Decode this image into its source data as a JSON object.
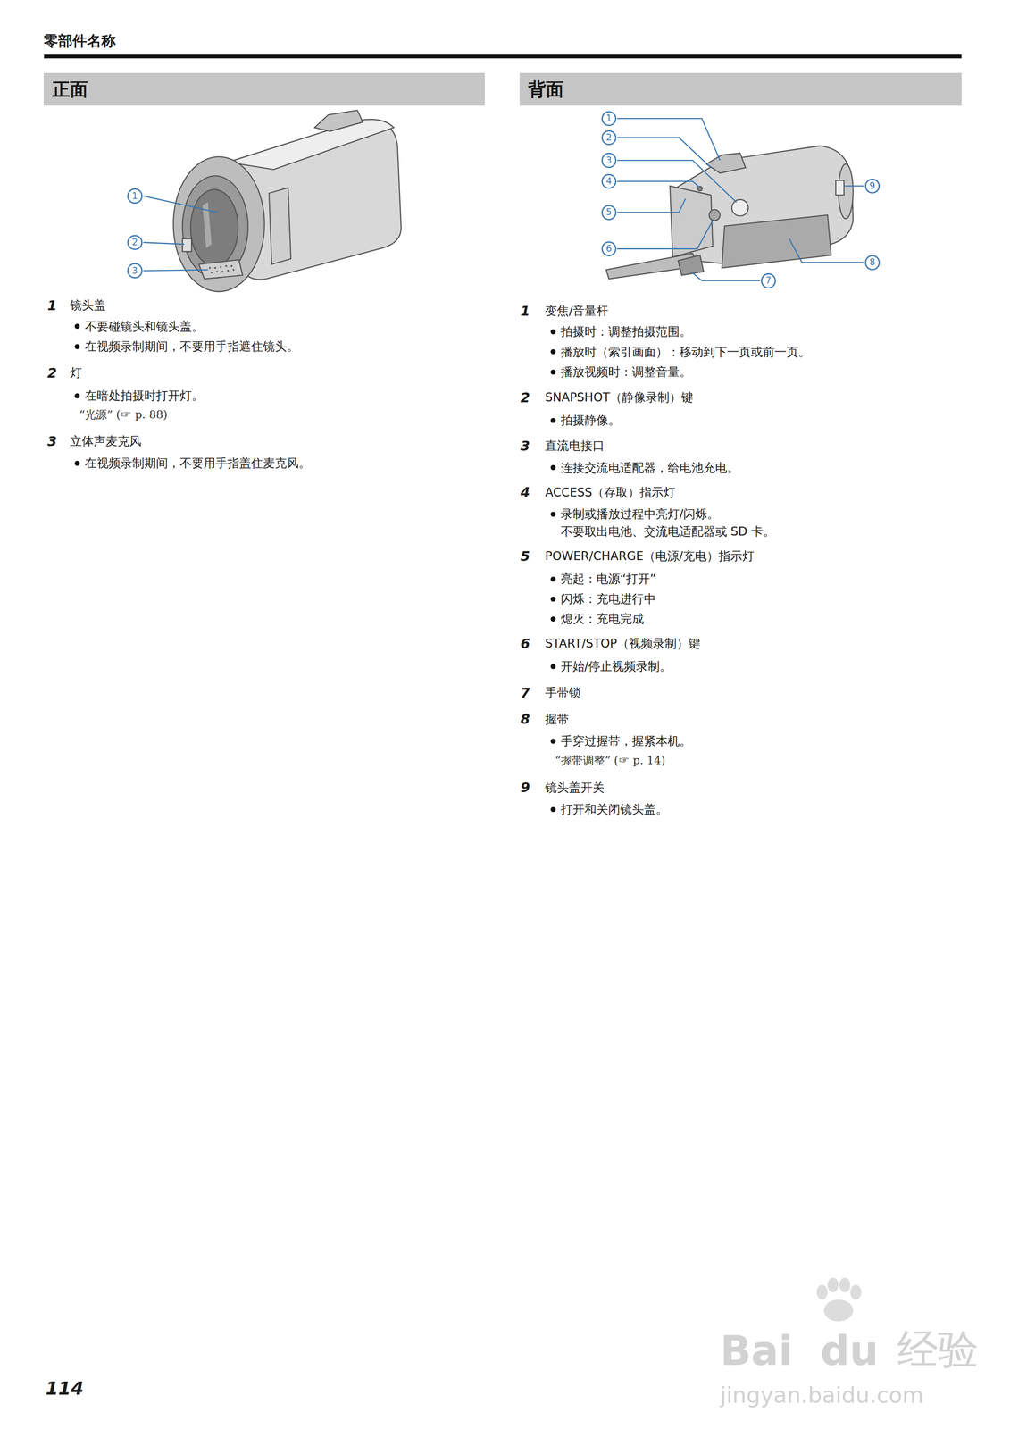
{
  "diagram": {
    "title": "零部件名称",
    "nodes": [
      {
        "text": [
          "正面"
        ]
      },
      {
        "text": [
          "背面"
        ]
      },
      {
        "text": [
          "1"
        ]
      },
      {
        "text": [
          "2"
        ]
      },
      {
        "text": [
          "3"
        ]
      },
      {
        "text": [
          "1"
        ]
      },
      {
        "text": [
          "2"
        ]
      },
      {
        "text": [
          "3"
        ]
      },
      {
        "text": [
          "4"
        ]
      },
      {
        "text": [
          "5"
        ]
      },
      {
        "text": [
          "6"
        ]
      },
      {
        "text": [
          "7"
        ]
      },
      {
        "text": [
          "8"
        ]
      },
      {
        "text": [
          "9"
        ]
      }
    ],
    "labels": [
      "1",
      "镜头盖",
      "不要碰镜头和镜头盖。",
      "在视频录制期间，不要用手指遮住镜头。",
      "2",
      "灯",
      "在暗处拍摄时打开灯。",
      "“光源” (☞ p. 88)",
      "3",
      "立体声麦克风",
      "在视频录制期间，不要用手指盖住麦克风。",
      "1",
      "变焦/音量杆",
      "拍摄时：调整拍摄范围。",
      "播放时（索引画面）：移动到下一页或前一页。",
      "播放视频时：调整音量。",
      "2",
      "SNAPSHOT（静像录制）键",
      "拍摄静像。",
      "3",
      "直流电接口",
      "连接交流电适配器，给电池充电。",
      "4",
      "ACCESS（存取）指示灯",
      "录制或播放过程中亮灯/闪烁。",
      "不要取出电池、交流电适配器或 SD 卡。",
      "5",
      "POWER/CHARGE（电源/充电）指示灯",
      "亮起：电源“打开”",
      "闪烁：充电进行中",
      "熄灭：充电完成",
      "6",
      "START/STOP（视频录制）键",
      "开始/停止视频录制。",
      "7",
      "手带锁",
      "8",
      "握带",
      "手穿过握带，握紧本机。",
      "“握带调整” (☞ p. 14)",
      "9",
      "镜头盖开关",
      "打开和关闭镜头盖。",
      "114",
      "Bai",
      "du",
      "经验",
      "jingyan.baidu.com"
    ]
  }
}
